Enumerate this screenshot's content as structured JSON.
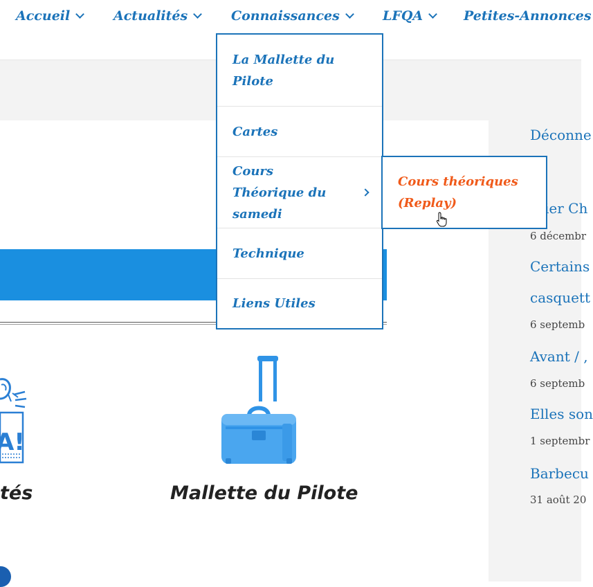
{
  "nav": {
    "items": [
      {
        "label": "Accueil"
      },
      {
        "label": "Actualités"
      },
      {
        "label": "Connaissances"
      },
      {
        "label": "LFQA"
      },
      {
        "label": "Petites-Annonces"
      }
    ]
  },
  "dropdown": {
    "items": [
      {
        "label": "La Mallette du Pilote"
      },
      {
        "label": "Cartes"
      },
      {
        "label": "Cours Théorique du samedi"
      },
      {
        "label": "Technique"
      },
      {
        "label": "Liens Utiles"
      }
    ],
    "submenu": {
      "label": "Cours théoriques (Replay)"
    }
  },
  "sidebar": {
    "top_link": "Déconne",
    "posts": [
      {
        "title": "ier Ch",
        "date": "6 décembr"
      },
      {
        "title": "Certains",
        "title_line2": "casquett",
        "date": "6 septemb"
      },
      {
        "title": "Avant / ,",
        "date": "6 septemb"
      },
      {
        "title": "Elles son",
        "date": "1 septembr"
      },
      {
        "title": "Barbecu",
        "date": "31 août 20"
      }
    ]
  },
  "cards": {
    "left_title": "tés",
    "right_title": "Mallette du Pilote",
    "left_logo_text": "A!"
  },
  "colors": {
    "nav_blue": "#1b73b9",
    "accent_orange": "#f05a1a",
    "bar_blue": "#1a8fe0"
  },
  "icons": [
    "chevron-down-icon",
    "chevron-right-icon",
    "hand-pointer-icon",
    "suitcase-icon"
  ]
}
